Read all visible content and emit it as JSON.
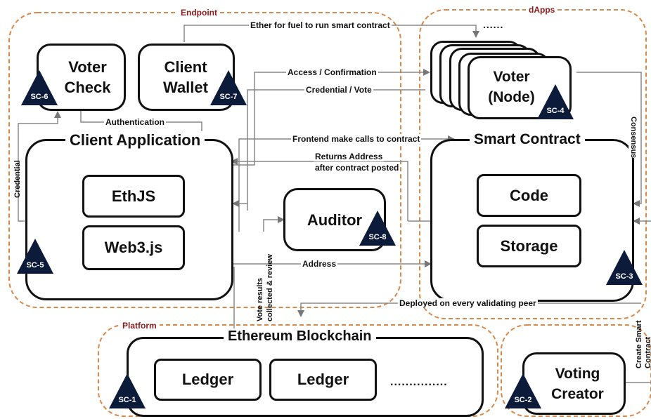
{
  "groups": {
    "endpoint": "Endpoint",
    "dapps": "dApps",
    "platform": "Platform"
  },
  "nodes": {
    "voter_check": "Voter Check",
    "client_wallet": "Client Wallet",
    "client_application": "Client Application",
    "ethjs": "EthJS",
    "web3js": "Web3.js",
    "auditor": "Auditor",
    "voter_node": "Voter (Node)",
    "smart_contract": "Smart Contract",
    "code": "Code",
    "storage": "Storage",
    "ethereum_blockchain": "Ethereum Blockchain",
    "ledger_1": "Ledger",
    "ledger_2": "Ledger",
    "ledger_more": "...............",
    "voting_creator": "Voting Creator",
    "voter_stack_dots": "......"
  },
  "badges": {
    "sc1": "SC-1",
    "sc2": "SC-2",
    "sc3": "SC-3",
    "sc4": "SC-4",
    "sc5": "SC-5",
    "sc6": "SC-6",
    "sc7": "SC-7",
    "sc8": "SC-8"
  },
  "edges": {
    "ether_fuel": "Ether for fuel to run smart contract",
    "access_confirmation": "Access / Confirmation",
    "credential_vote": "Credential / Vote",
    "authentication": "Authentication",
    "frontend_calls": "Frontend make calls to contract",
    "returns_address_1": "Returns Address",
    "returns_address_2": "after contract posted",
    "credential": "Credential",
    "address": "Address",
    "vote_results_1": "Vote results",
    "vote_results_2": "collected & review",
    "deployed": "Deployed on every validating peer",
    "consensus": "Consensus",
    "create_smart_1": "Create Smart",
    "create_smart_2": "Contract"
  }
}
